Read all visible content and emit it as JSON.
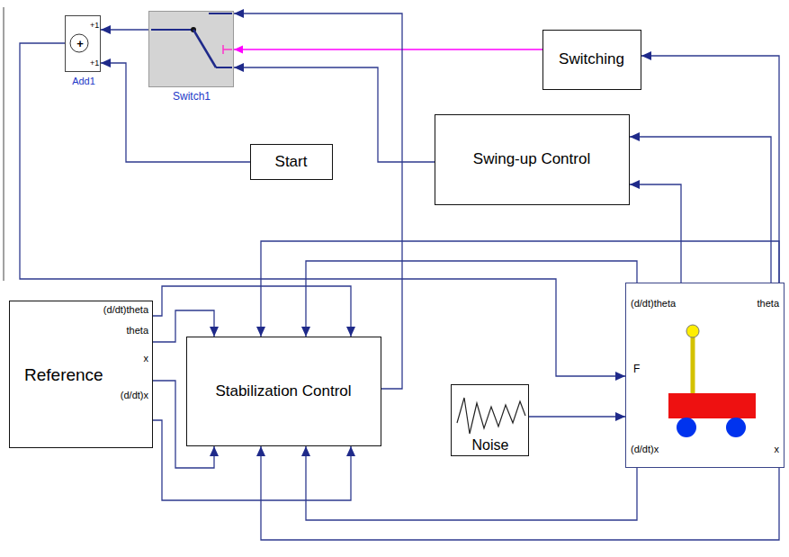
{
  "diagram": {
    "nodes": [
      {
        "text": [
          "+",
          "+1",
          "+1",
          "Add1"
        ]
      },
      {
        "text": [
          "Switch1"
        ]
      },
      {
        "text": [
          "Switching"
        ]
      },
      {
        "text": [
          "Swing-up Control"
        ]
      },
      {
        "text": [
          "Start"
        ]
      },
      {
        "text": [
          "(d/dt)theta",
          "theta",
          "x",
          "(d/dt)x",
          "Reference"
        ]
      },
      {
        "text": [
          "Stabilization Control"
        ]
      },
      {
        "text": [
          "Noise"
        ]
      },
      {
        "text": [
          "(d/dt)theta",
          "theta",
          "F",
          "(d/dt)x",
          "x"
        ]
      }
    ],
    "edges": [
      {
        "from": 2,
        "to": 1,
        "arrow": "to"
      },
      {
        "from": 3,
        "to": 1,
        "arrow": "to"
      },
      {
        "from": 6,
        "to": 1,
        "arrow": "to"
      },
      {
        "from": 1,
        "to": 0,
        "arrow": "to"
      },
      {
        "from": 4,
        "to": 0,
        "arrow": "to"
      },
      {
        "from": 0,
        "to": 8,
        "arrow": "to"
      },
      {
        "from": 7,
        "to": 8,
        "arrow": "to"
      },
      {
        "from": 8,
        "to": 3,
        "arrow": "to"
      },
      {
        "from": 8,
        "to": 3,
        "arrow": "to"
      },
      {
        "from": 8,
        "to": 2,
        "arrow": "to"
      },
      {
        "from": 5,
        "to": 6,
        "arrow": "to"
      },
      {
        "from": 5,
        "to": 6,
        "arrow": "to"
      },
      {
        "from": 8,
        "to": 6,
        "arrow": "to"
      },
      {
        "from": 8,
        "to": 6,
        "arrow": "to"
      },
      {
        "from": 5,
        "to": 6,
        "arrow": "to"
      },
      {
        "from": 5,
        "to": 6,
        "arrow": "to"
      },
      {
        "from": 8,
        "to": 6,
        "arrow": "to"
      },
      {
        "from": 8,
        "to": 6,
        "arrow": "to"
      }
    ]
  }
}
